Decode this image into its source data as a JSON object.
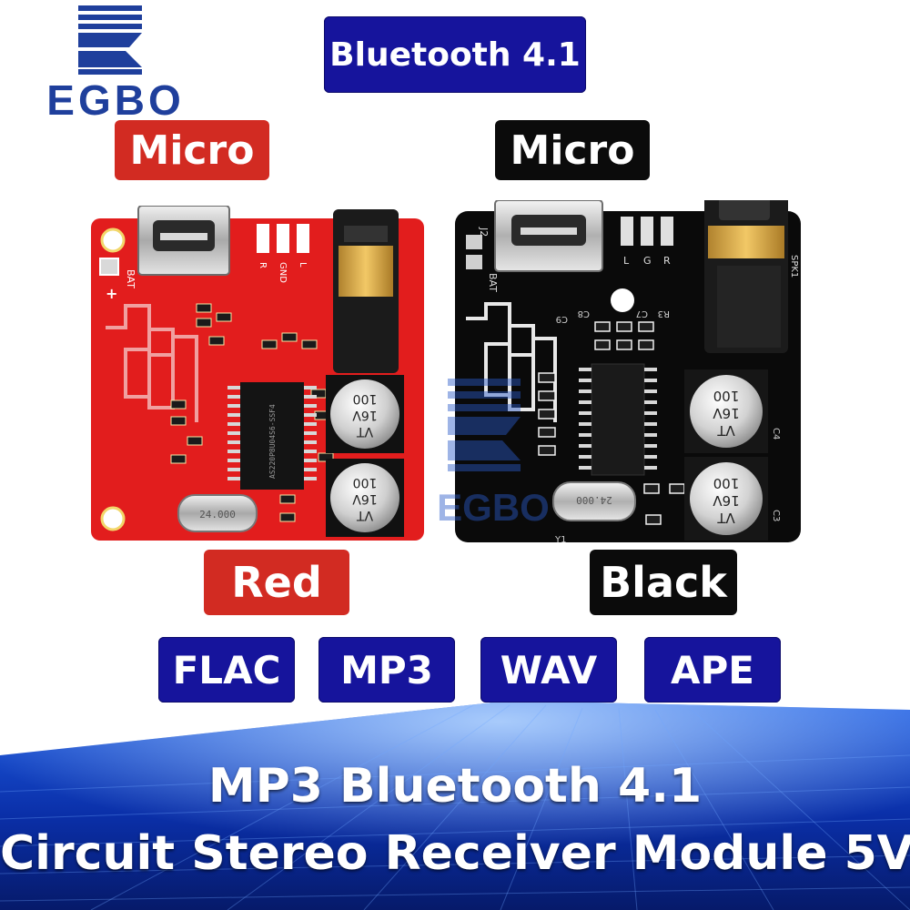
{
  "logo": {
    "text": "EGBO"
  },
  "labels": {
    "bluetooth": "Bluetooth 4.1",
    "micro_red": "Micro",
    "micro_black": "Micro",
    "red": "Red",
    "black": "Black"
  },
  "formats": [
    "FLAC",
    "MP3",
    "WAV",
    "APE"
  ],
  "boards": {
    "red": {
      "silk_bat": "BAT",
      "silk_plus": "+",
      "silk_rgl": [
        "R",
        "GND",
        "L"
      ],
      "chip_text": "AS220P8U04S6-SSF4",
      "crystal_text": "24.000",
      "cap_value": "100",
      "cap_voltage": "16V",
      "cap_series": "VT"
    },
    "black": {
      "silk_j2": "J2",
      "silk_bat": "BAT",
      "silk_lgr": [
        "L",
        "G",
        "R"
      ],
      "silk_spk": "SPK1",
      "silk_refs": [
        "C7",
        "R3",
        "C8",
        "C9",
        "C4",
        "C3",
        "Y1"
      ],
      "crystal_text": "24.000",
      "cap_value": "100",
      "cap_voltage": "16V",
      "cap_series": "VT"
    }
  },
  "title": {
    "line1": "MP3 Bluetooth 4.1",
    "line2": "Circuit Stereo Receiver Module 5V"
  },
  "colors": {
    "label_blue": "#16149c",
    "label_red": "#d22b22",
    "label_black": "#0b0b0b",
    "logo_blue": "#1f3f9c",
    "board_red": "#e21d1d",
    "board_black": "#0a0a0a",
    "banner_blue": "#0a2fa8"
  }
}
